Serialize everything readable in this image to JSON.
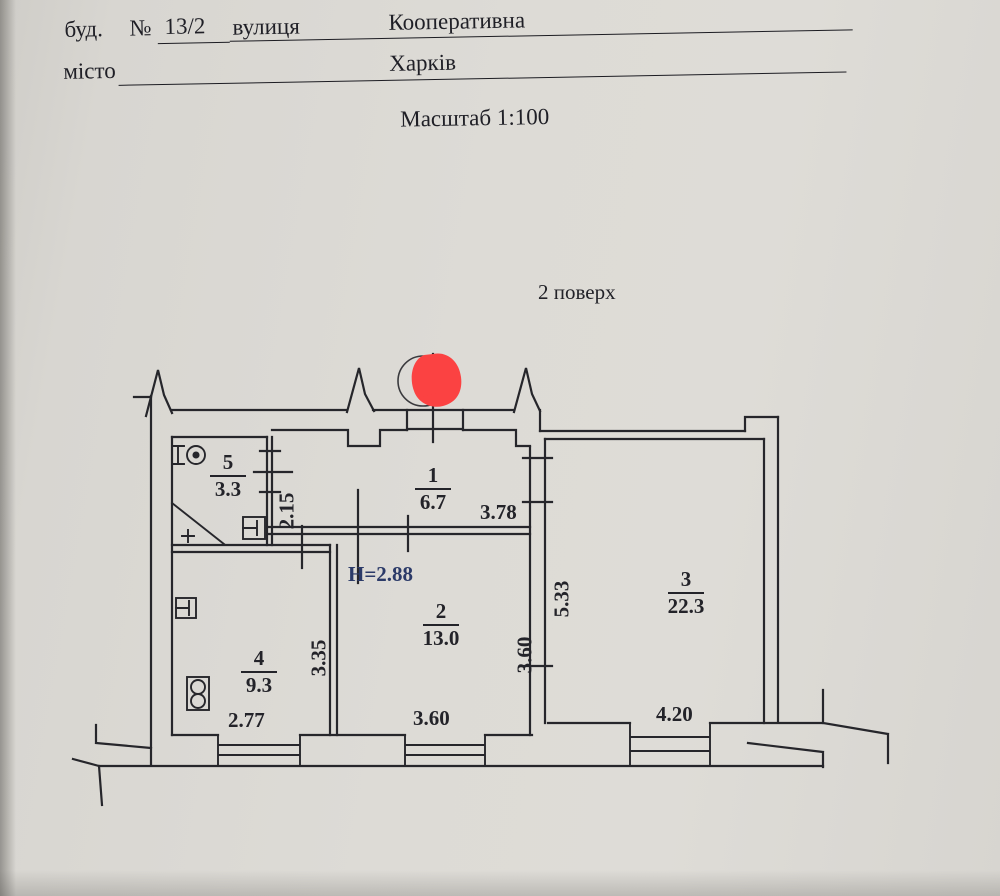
{
  "document": {
    "header": {
      "building_label": "буд.",
      "number_sign": "№",
      "building_number": "13/2",
      "street_label": "вулиця",
      "street_name": "Кооперативна",
      "city_label": "місто",
      "city_name": "Харків",
      "scale_label": "Масштаб 1:100"
    },
    "floor_label": "2 поверх"
  },
  "plan": {
    "rooms": [
      {
        "number": "1",
        "area": "6.7"
      },
      {
        "number": "2",
        "area": "13.0"
      },
      {
        "number": "3",
        "area": "22.3"
      },
      {
        "number": "4",
        "area": "9.3"
      },
      {
        "number": "5",
        "area": "3.3"
      }
    ],
    "dimensions": {
      "room1_width": "3.78",
      "hall_partition": "2.15",
      "room4_depth": "3.35",
      "room4_width": "2.77",
      "room2_width": "3.60",
      "room2_depth": "3.60",
      "room3_depth": "5.33",
      "room3_width": "4.20",
      "ceiling_height": "H=2.88"
    },
    "colors": {
      "ink": "#26262b",
      "blue_ink": "#2b3a68",
      "red_mark": "#fb4242",
      "paper": "#d9d7d2"
    }
  }
}
